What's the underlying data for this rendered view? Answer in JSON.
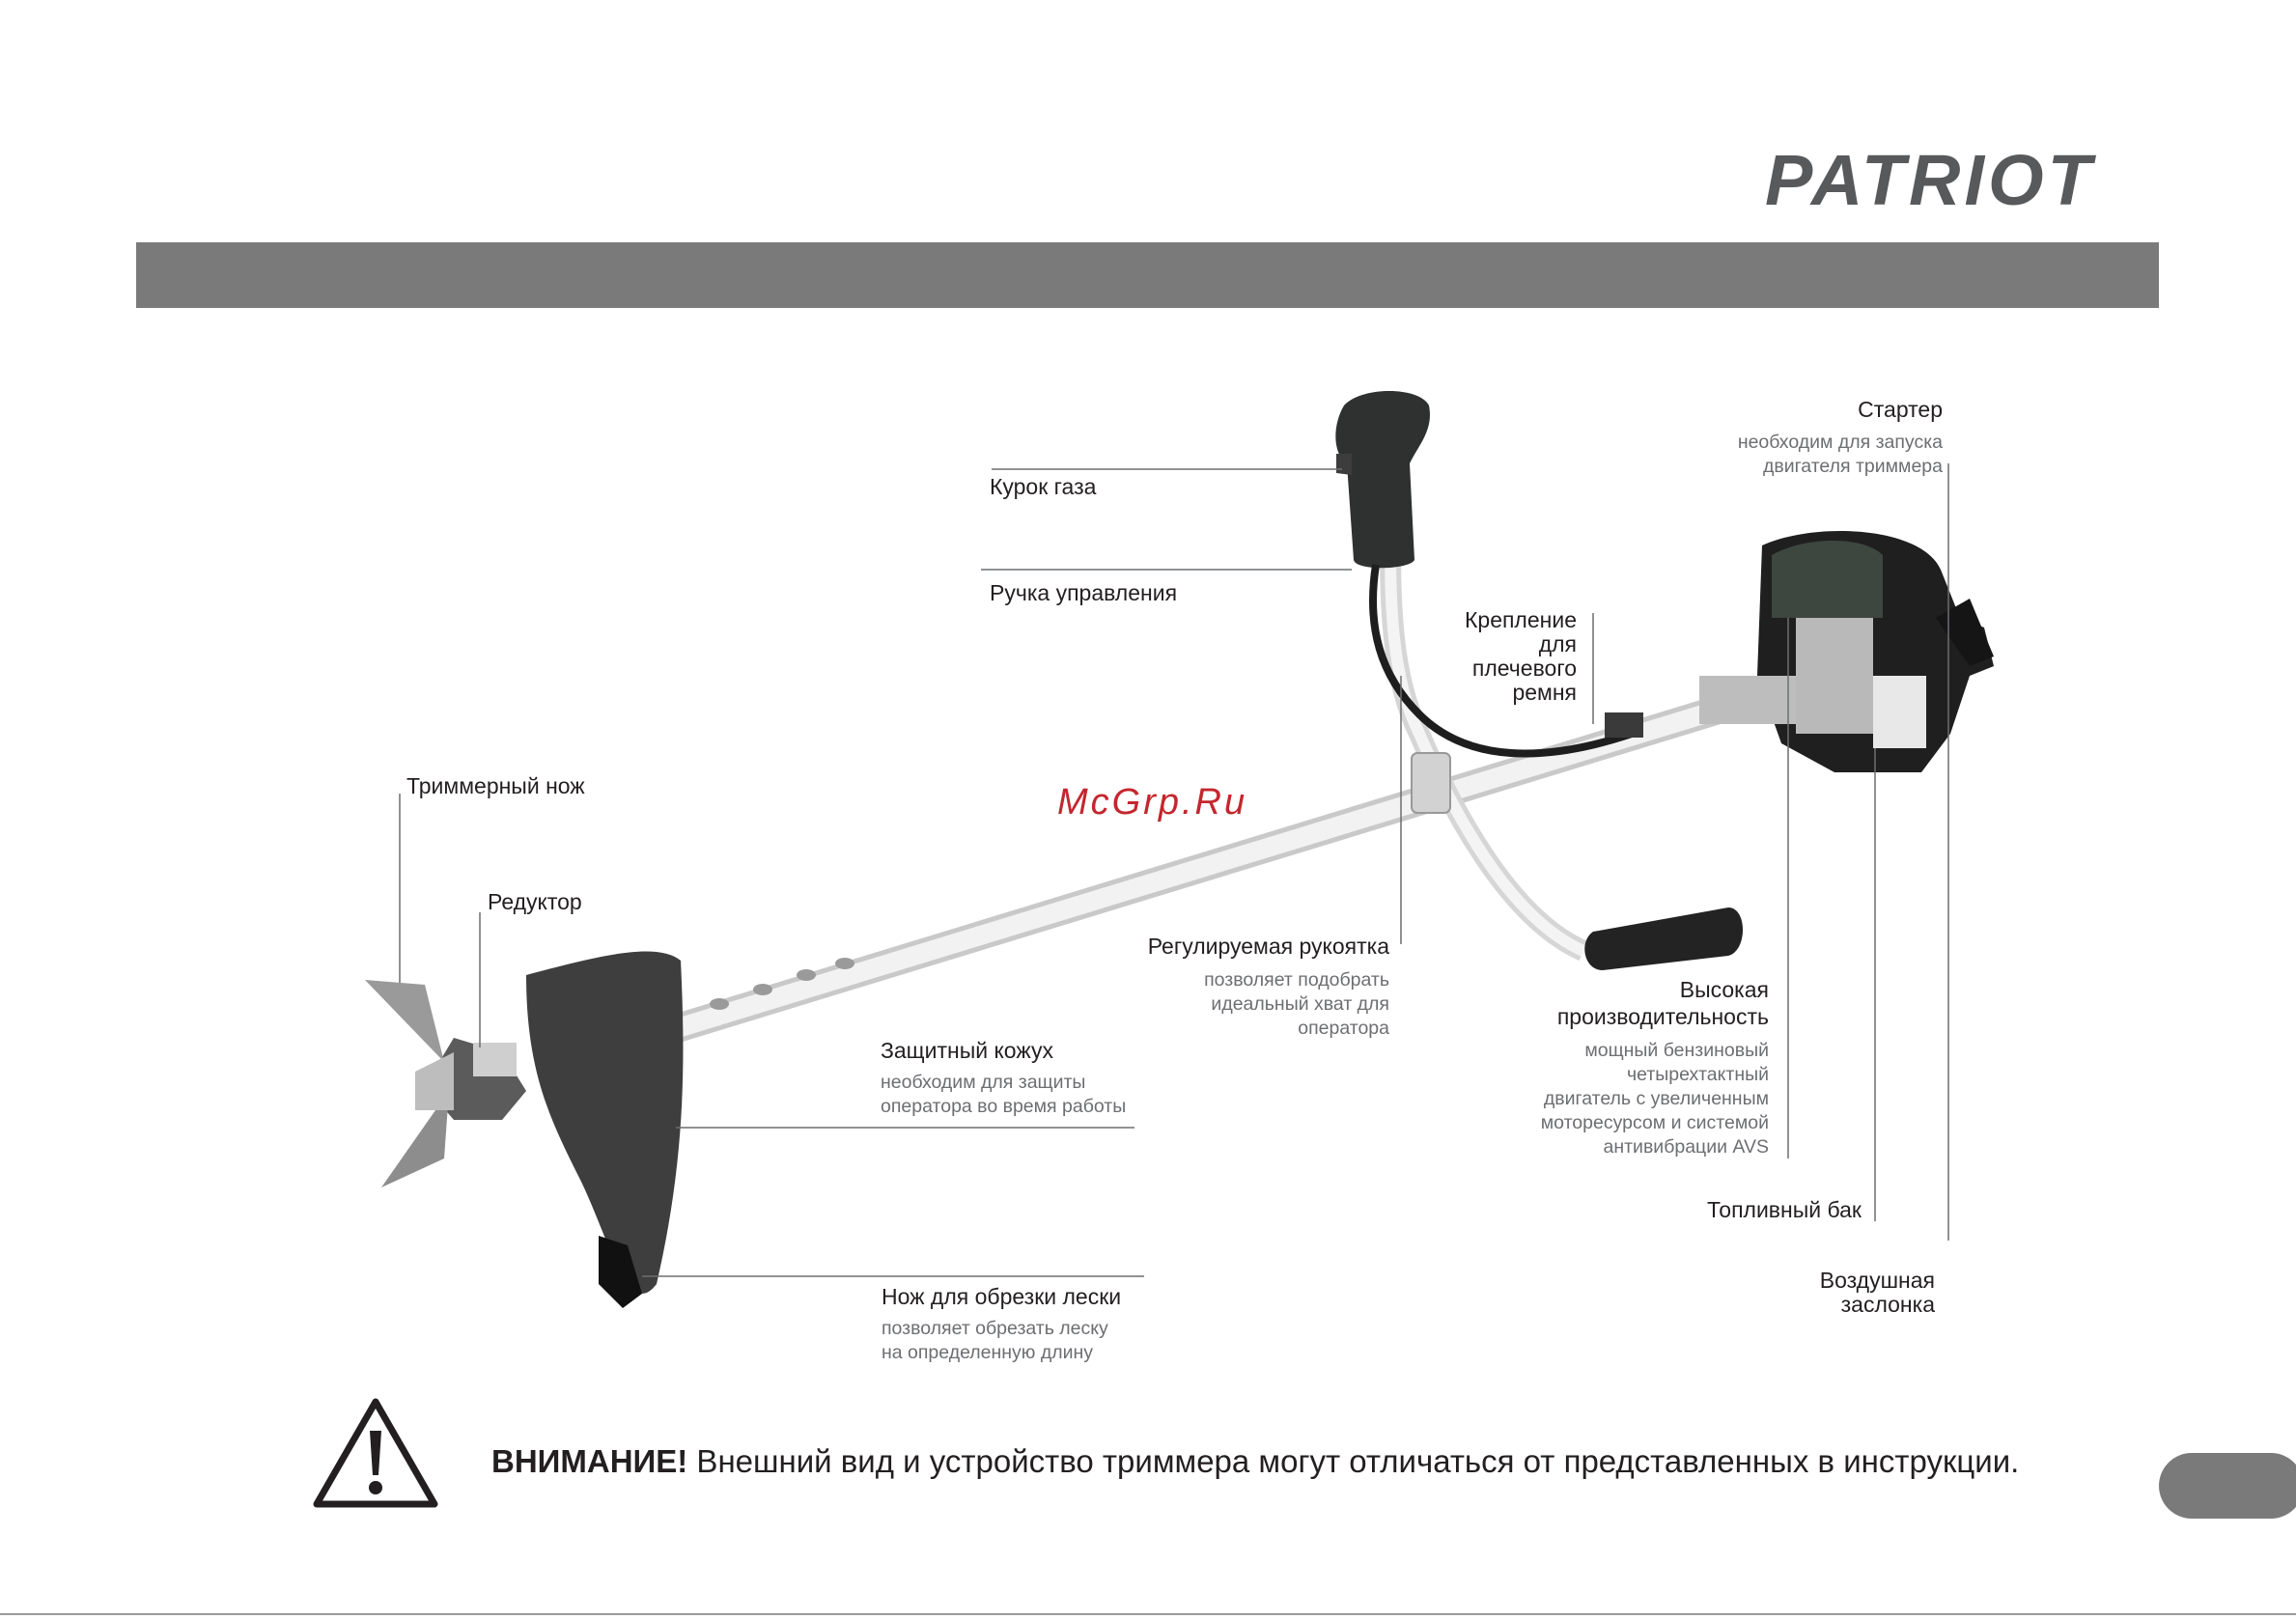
{
  "brand": {
    "logo_text": "PATRIOT",
    "color": "#58595b"
  },
  "banner": {
    "color": "#7a7a7a"
  },
  "watermark": "McGrp.Ru",
  "labels": {
    "starter": {
      "title": "Стартер",
      "desc1": "необходим для запуска",
      "desc2": "двигателя триммера"
    },
    "throttle_trigger": {
      "title": "Курок газа"
    },
    "control_handle": {
      "title": "Ручка управления"
    },
    "strap_mount": {
      "title": "Крепление\nдля\nплечевого\nремня"
    },
    "trimmer_blade": {
      "title": "Триммерный нож"
    },
    "gearbox": {
      "title": "Редуктор"
    },
    "adjustable_handle": {
      "title": "Регулируемая рукоятка",
      "desc1": "позволяет подобрать",
      "desc2": "идеальный хват для",
      "desc3": "оператора"
    },
    "high_performance": {
      "title1": "Высокая",
      "title2": "производительность",
      "desc1": "мощный бензиновый",
      "desc2": "четырехтактный",
      "desc3": "двигатель с увеличенным",
      "desc4": "моторесурсом и системой",
      "desc5": "антивибрации AVS"
    },
    "guard": {
      "title": "Защитный кожух",
      "desc1": "необходим для защиты",
      "desc2": "оператора во время работы"
    },
    "fuel_tank": {
      "title": "Топливный бак"
    },
    "line_cutter": {
      "title": "Нож для обрезки лески",
      "desc1": "позволяет обрезать леску",
      "desc2": "на определенную длину"
    },
    "air_damper": {
      "title1": "Воздушная",
      "title2": "заслонка"
    }
  },
  "warning": {
    "bold": "ВНИМАНИЕ!",
    "text": " Внешний вид и устройство триммера могут отличаться от представленных в инструкции."
  },
  "page_tab": {
    "color": "#7a7a7a"
  }
}
